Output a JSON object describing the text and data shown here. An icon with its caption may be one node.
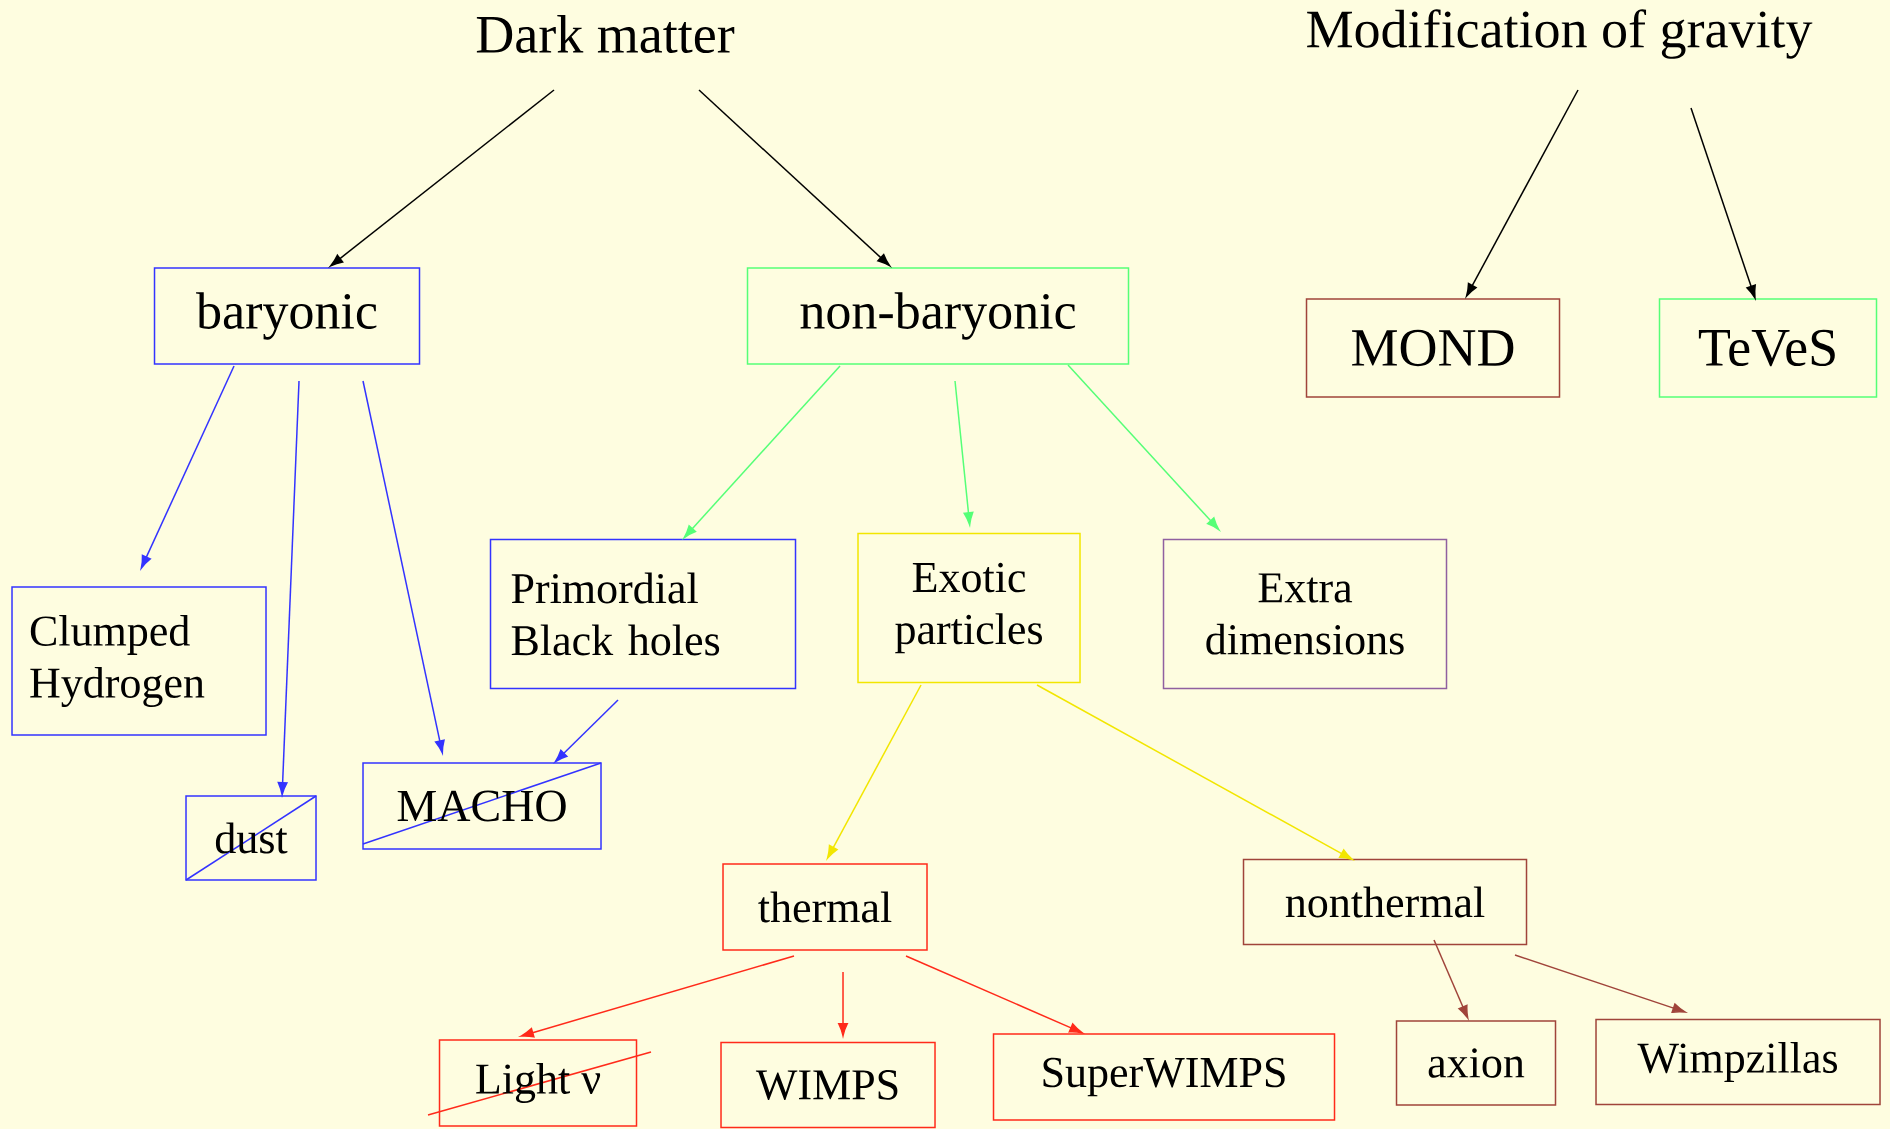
{
  "diagram": {
    "nodes": [
      {
        "text": [
          "Dark matter"
        ]
      },
      {
        "text": [
          "Modification of gravity"
        ]
      },
      {
        "text": [
          "baryonic"
        ]
      },
      {
        "text": [
          "non-baryonic"
        ]
      },
      {
        "text": [
          "MOND"
        ]
      },
      {
        "text": [
          "TeVeS"
        ]
      },
      {
        "text": [
          "Clumped Hydrogen"
        ]
      },
      {
        "text": [
          "dust"
        ]
      },
      {
        "text": [
          "Primordial Black holes"
        ]
      },
      {
        "text": [
          "MACHO"
        ]
      },
      {
        "text": [
          "Exotic particles"
        ]
      },
      {
        "text": [
          "Extra dimensions"
        ]
      },
      {
        "text": [
          "thermal"
        ]
      },
      {
        "text": [
          "nonthermal"
        ]
      },
      {
        "text": [
          "Light ν"
        ]
      },
      {
        "text": [
          "WIMPS"
        ]
      },
      {
        "text": [
          "SuperWIMPS"
        ]
      },
      {
        "text": [
          "axion"
        ]
      },
      {
        "text": [
          "Wimpzillas"
        ]
      }
    ],
    "edges": [
      {
        "from": 0,
        "to": 2,
        "arrow": "to",
        "color": "#000000"
      },
      {
        "from": 0,
        "to": 3,
        "arrow": "to",
        "color": "#000000"
      },
      {
        "from": 1,
        "to": 4,
        "arrow": "to",
        "color": "#000000"
      },
      {
        "from": 1,
        "to": 5,
        "arrow": "to",
        "color": "#000000"
      },
      {
        "from": 2,
        "to": 6,
        "arrow": "to",
        "color": "#3333ff"
      },
      {
        "from": 2,
        "to": 7,
        "arrow": "to",
        "color": "#3333ff"
      },
      {
        "from": 2,
        "to": 9,
        "arrow": "to",
        "color": "#3333ff"
      },
      {
        "from": 3,
        "to": 8,
        "arrow": "to",
        "color": "#55ff77"
      },
      {
        "from": 3,
        "to": 10,
        "arrow": "to",
        "color": "#55ff77"
      },
      {
        "from": 3,
        "to": 11,
        "arrow": "to",
        "color": "#55ff77"
      },
      {
        "from": 8,
        "to": 9,
        "arrow": "to",
        "color": "#3333ff"
      },
      {
        "from": 10,
        "to": 12,
        "arrow": "to",
        "color": "#f2e600"
      },
      {
        "from": 10,
        "to": 13,
        "arrow": "to",
        "color": "#f2e600"
      },
      {
        "from": 12,
        "to": 14,
        "arrow": "to",
        "color": "#ff2a1a"
      },
      {
        "from": 12,
        "to": 15,
        "arrow": "to",
        "color": "#ff2a1a"
      },
      {
        "from": 12,
        "to": 16,
        "arrow": "to",
        "color": "#ff2a1a"
      },
      {
        "from": 13,
        "to": 17,
        "arrow": "to",
        "color": "#a0443a"
      },
      {
        "from": 13,
        "to": 18,
        "arrow": "to",
        "color": "#a0443a"
      }
    ]
  }
}
